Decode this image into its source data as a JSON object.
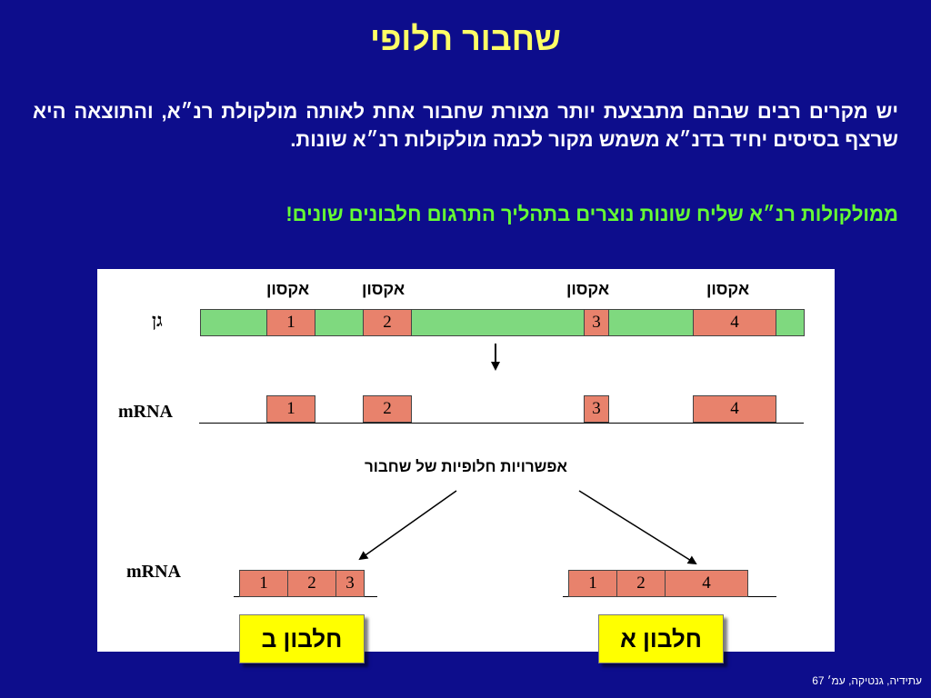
{
  "title": "שחבור חלופי",
  "paragraph1": "יש מקרים רבים שבהם מתבצעת יותר מצורת שחבור אחת לאותה מולקולת רנ״א, והתוצאה היא שרצף בסיסים יחיד בדנ״א משמש מקור לכמה מולקולות רנ״א שונות.",
  "paragraph2": "ממולקולות רנ״א שליח שונות  נוצרים בתהליך התרגום חלבונים שונים!",
  "diagram": {
    "exon_label": "אקסון",
    "gene_label": "גן",
    "mrna_label": "mRNA",
    "exons": [
      "1",
      "2",
      "3",
      "4"
    ],
    "alt_caption": "אפשרויות חלופיות של שחבור",
    "variant_b": [
      "1",
      "2",
      "3"
    ],
    "variant_a": [
      "1",
      "2",
      "4"
    ],
    "protein_b": "חלבון ב",
    "protein_a": "חלבון א",
    "colors": {
      "background": "#0d0d8c",
      "title": "#ffff66",
      "highlight": "#66ff33",
      "intron": "#7fd97f",
      "exon": "#e8826c",
      "protein_box": "#ffff00"
    }
  },
  "footer": "עתידיה, גנטיקה, עמ׳  67"
}
